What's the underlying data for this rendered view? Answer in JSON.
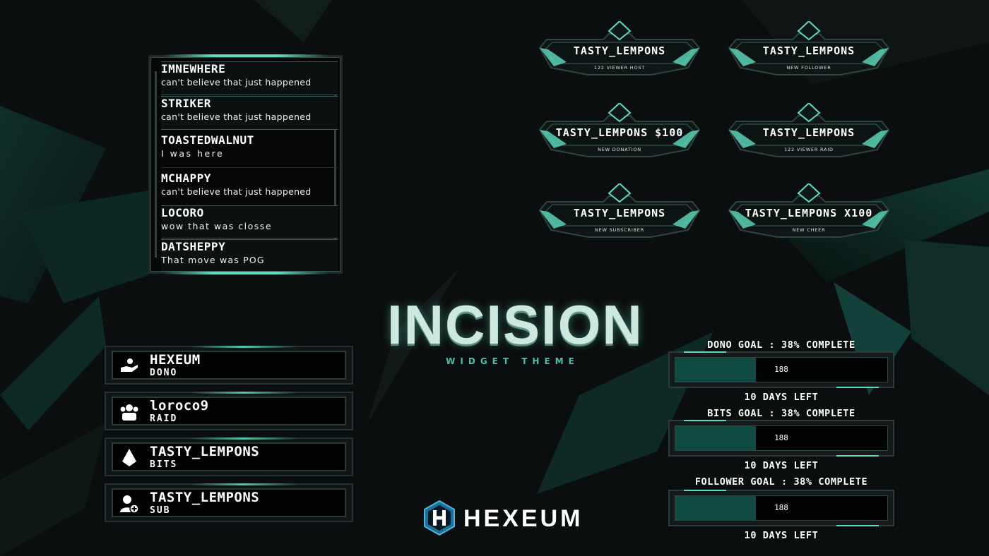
{
  "colors": {
    "accent": "#5fdcc0",
    "background": "#0c0f0f",
    "goal_fill": "#0f4a41"
  },
  "chat": [
    {
      "user": "IMNEWHERE",
      "text": "can't believe that just happened"
    },
    {
      "user": "STRIKER",
      "text": "can't believe that just happened"
    },
    {
      "user": "TOASTEDWALNUT",
      "text": "I was here"
    },
    {
      "user": "MCHAPPY",
      "text": "can't believe that just happened"
    },
    {
      "user": "LOCORO",
      "text": "wow that was closse"
    },
    {
      "user": "DATSHEPPY",
      "text": "That move was POG"
    }
  ],
  "alerts": [
    {
      "name": "TASTY_LEMPONS",
      "sub": "122 VIEWER HOST"
    },
    {
      "name": "TASTY_LEMPONS",
      "sub": "NEW FOLLOWER"
    },
    {
      "name": "TASTY_LEMPONS $100",
      "sub": "NEW DONATION"
    },
    {
      "name": "TASTY_LEMPONS",
      "sub": "122 VIEWER RAID"
    },
    {
      "name": "TASTY_LEMPONS",
      "sub": "NEW SUBSCRIBER"
    },
    {
      "name": "TASTY_LEMPONS X100",
      "sub": "NEW CHEER"
    }
  ],
  "logo": {
    "title": "INCISION",
    "subtitle": "WIDGET THEME"
  },
  "events": [
    {
      "name": "HEXEUM",
      "type": "DONO",
      "icon": "hand-coin-icon"
    },
    {
      "name": "loroco9",
      "type": "RAID",
      "icon": "group-icon"
    },
    {
      "name": "TASTY_LEMPONS",
      "type": "BITS",
      "icon": "bits-gem-icon"
    },
    {
      "name": "TASTY_LEMPONS",
      "type": "SUB",
      "icon": "user-plus-icon"
    }
  ],
  "goals": [
    {
      "label": "DONO GOAL : 38% COMPLETE",
      "value": "188",
      "progress": 0.38,
      "days": "10 DAYS LEFT"
    },
    {
      "label": "BITS GOAL : 38% COMPLETE",
      "value": "188",
      "progress": 0.38,
      "days": "10 DAYS LEFT"
    },
    {
      "label": "FOLLOWER GOAL : 38% COMPLETE",
      "value": "188",
      "progress": 0.38,
      "days": "10 DAYS LEFT"
    }
  ],
  "brand": {
    "name": "HEXEUM",
    "icon": "hexagon-h-icon"
  }
}
